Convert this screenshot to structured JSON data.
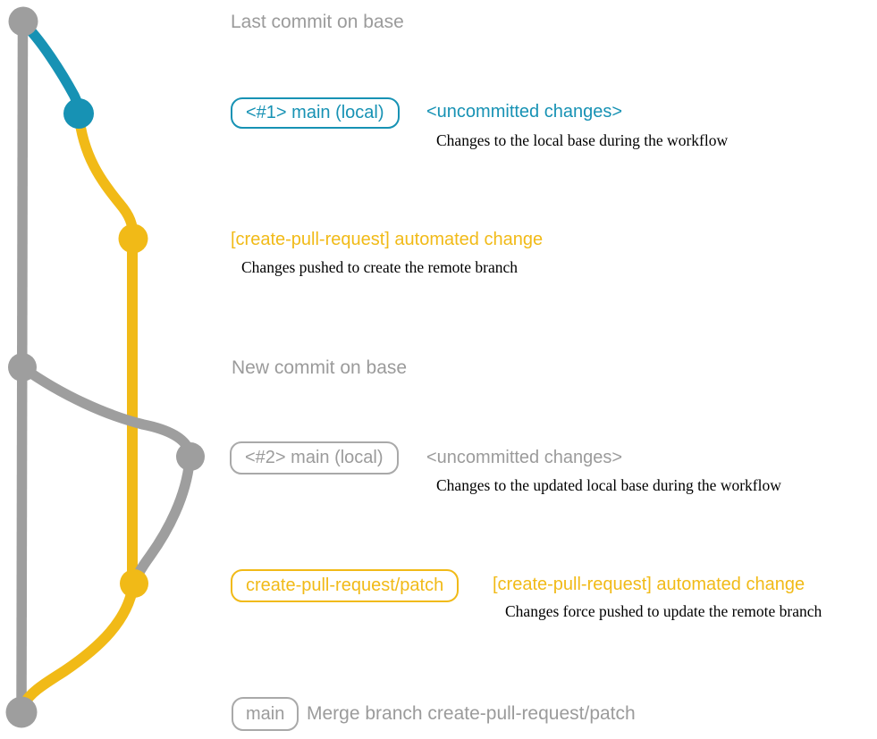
{
  "colors": {
    "gray": "#9e9e9e",
    "teal": "#1792b4",
    "gold": "#f1ba17"
  },
  "rows": {
    "last_commit": {
      "label": "Last commit on base"
    },
    "row1": {
      "pill": "<#1> main (local)",
      "side": "<uncommitted changes>",
      "note": "Changes to the local base during the workflow"
    },
    "row2": {
      "title": "[create-pull-request] automated change",
      "note": "Changes pushed to create the remote branch"
    },
    "new_commit": {
      "label": "New commit on base"
    },
    "row3": {
      "pill": "<#2> main (local)",
      "side": "<uncommitted changes>",
      "note": "Changes to the updated local base during the workflow"
    },
    "row4": {
      "pill": "create-pull-request/patch",
      "side": "[create-pull-request] automated change",
      "note": "Changes force pushed to update the remote branch"
    },
    "row5": {
      "pill": "main",
      "side": "Merge branch create-pull-request/patch"
    }
  }
}
